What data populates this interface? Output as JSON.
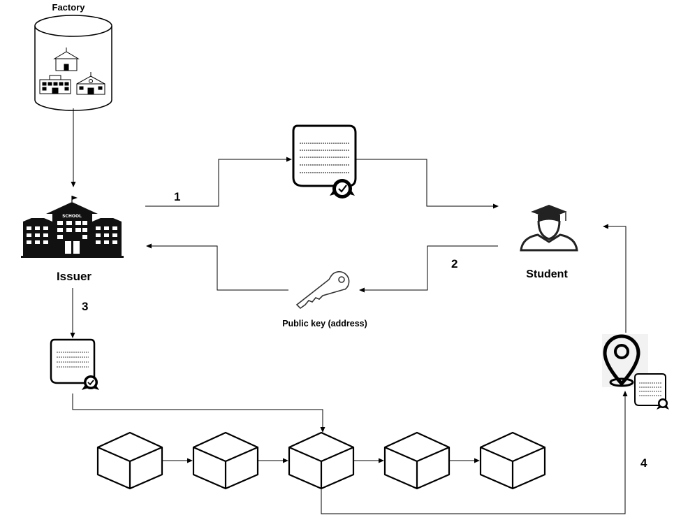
{
  "labels": {
    "factory": "Factory",
    "issuer": "Issuer",
    "student": "Student",
    "public_key": "Public key (address)"
  },
  "steps": [
    "1",
    "2",
    "3",
    "4"
  ],
  "icons": {
    "factory": "database-cylinder-with-school-buildings-icon",
    "issuer": "school-building-icon",
    "student": "graduate-student-icon",
    "certificate": "certificate-with-badge-icon",
    "key": "key-icon",
    "location": "location-pin-icon",
    "block": "blockchain-block-cube-icon"
  },
  "school_sign": "SCHOOL",
  "blockchain": {
    "block_count": 5
  },
  "colors": {
    "stroke": "#000000",
    "background": "#ffffff"
  }
}
